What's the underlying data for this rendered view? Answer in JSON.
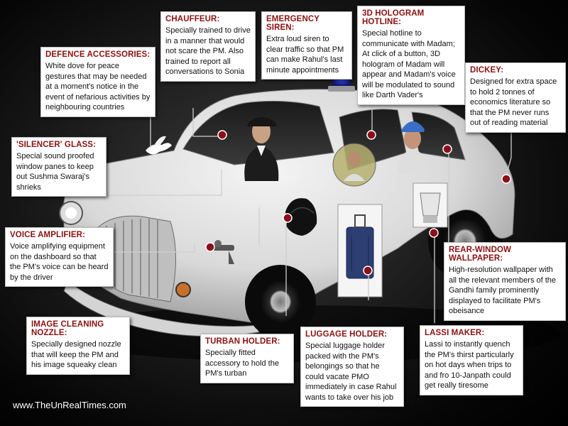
{
  "callouts": {
    "defence": {
      "title": "DEFENCE ACCESSORIES:",
      "text": "White dove for peace gestures that may be needed at a moment's notice in the event of nefarious activities by neighbouring countries"
    },
    "chauffeur": {
      "title": "CHAUFFEUR:",
      "text": "Specially trained to drive in a manner that would not scare the PM. Also trained to report all conversations to Sonia"
    },
    "siren": {
      "title": "EMERGENCY SIREN:",
      "text": "Extra loud siren to clear traffic so that PM can make Rahul's last minute appointments"
    },
    "hologram": {
      "title": "3D HOLOGRAM HOTLINE:",
      "text": "Special hotline to communicate with Madam; At click of a button, 3D hologram of Madam will appear and Madam's voice will be modulated to sound like Darth Vader's"
    },
    "dickey": {
      "title": "DICKEY:",
      "text": "Designed for extra space to hold 2 tonnes of economics literature so that the PM never runs out of reading material"
    },
    "silencer": {
      "title": "'SILENCER' GLASS:",
      "text": "Special sound proofed window panes to keep out Sushma Swaraj's shrieks"
    },
    "voice": {
      "title": "VOICE AMPLIFIER:",
      "text": "Voice amplifying equipment on the dashboard so that the PM's voice can be heard by the driver"
    },
    "wallpaper": {
      "title": "REAR-WINDOW WALLPAPER:",
      "text": "High-resolution wallpaper with all the relevant members of the Gandhi family prominently displayed to facilitate PM's obeisance"
    },
    "nozzle": {
      "title": "IMAGE CLEANING NOZZLE:",
      "text": "Specially designed nozzle that will keep the PM and his image squeaky clean"
    },
    "turban": {
      "title": "TURBAN HOLDER:",
      "text": "Specially fitted accessory to hold the PM's turban"
    },
    "luggage": {
      "title": "LUGGAGE HOLDER:",
      "text": "Special luggage holder packed with the PM's belongings so that he could vacate PMO immediately in case Rahul wants to take over his job"
    },
    "lassi": {
      "title": "LASSI MAKER:",
      "text": "Lassi to instantly quench the PM's thirst particularly on hot days when trips to and fro 10-Janpath could get really tiresome"
    }
  },
  "footer": "www.TheUnRealTimes.com",
  "colors": {
    "title_red": "#8a1111",
    "marker": "#8b0f1a",
    "car_white": "#e8e8e8",
    "siren_blue": "#2a3fd8"
  },
  "icons": [
    "dove-icon",
    "siren-icon",
    "turban-icon",
    "suitcase-icon",
    "lassi-maker-icon",
    "nozzle-icon"
  ]
}
